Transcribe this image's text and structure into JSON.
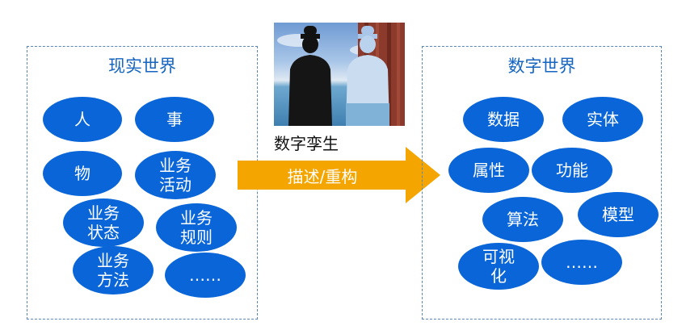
{
  "left_panel": {
    "title": "现实世界",
    "items": [
      "人",
      "事",
      "物",
      "业务\n活动",
      "业务\n状态",
      "业务\n规则",
      "业务\n方法",
      "……"
    ]
  },
  "right_panel": {
    "title": "数字世界",
    "items": [
      "数据",
      "实体",
      "属性",
      "功能",
      "算法",
      "模型",
      "可视\n化",
      "……"
    ]
  },
  "center": {
    "caption": "数字孪生",
    "arrow_label": "描述/重构",
    "arrow_color": "#f5a500"
  },
  "colors": {
    "bubble": "#0a66d8",
    "title": "#1565c0",
    "border": "#5b86b8"
  }
}
